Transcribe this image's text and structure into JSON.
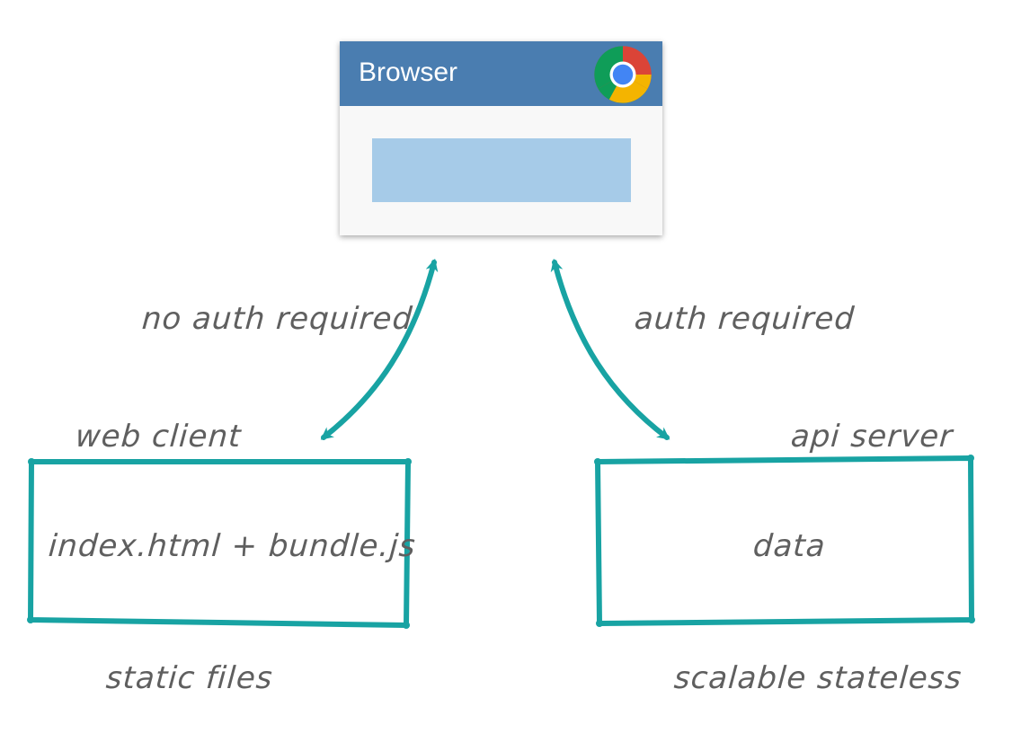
{
  "browser": {
    "title": "Browser",
    "icon": "chrome-icon"
  },
  "edges": [
    {
      "label": "no auth required"
    },
    {
      "label": "auth required"
    }
  ],
  "nodes": {
    "web_client": {
      "title": "web client",
      "content": "index.html + bundle.js",
      "caption": "static files"
    },
    "api_server": {
      "title": "api server",
      "content": "data",
      "caption": "scalable stateless"
    }
  },
  "colors": {
    "accent": "#18a3a3",
    "browser_header": "#4a7db0",
    "browser_content": "#a6cbe8",
    "text": "#5f5f5f"
  }
}
